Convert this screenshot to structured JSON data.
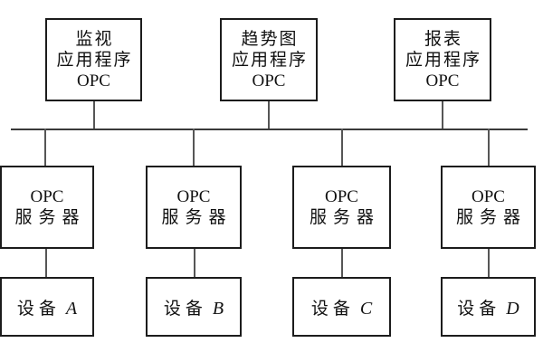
{
  "colors": {
    "background": "#ffffff",
    "box_border": "#1c1c1c",
    "bus_line": "#3a3a3a",
    "connector_line": "#565656",
    "text": "#111111"
  },
  "apps": [
    {
      "name": "monitor",
      "lines": [
        "监视",
        "应用程序",
        "OPC"
      ]
    },
    {
      "name": "trend",
      "lines": [
        "趋势图",
        "应用程序",
        "OPC"
      ]
    },
    {
      "name": "report",
      "lines": [
        "报表",
        "应用程序",
        "OPC"
      ]
    }
  ],
  "servers": [
    {
      "lines": [
        "OPC",
        "服务器"
      ]
    },
    {
      "lines": [
        "OPC",
        "服务器"
      ]
    },
    {
      "lines": [
        "OPC",
        "服务器"
      ]
    },
    {
      "lines": [
        "OPC",
        "服务器"
      ]
    }
  ],
  "devices": [
    {
      "prefix": "设备",
      "letter": "A"
    },
    {
      "prefix": "设备",
      "letter": "B"
    },
    {
      "prefix": "设备",
      "letter": "C"
    },
    {
      "prefix": "设备",
      "letter": "D"
    }
  ]
}
